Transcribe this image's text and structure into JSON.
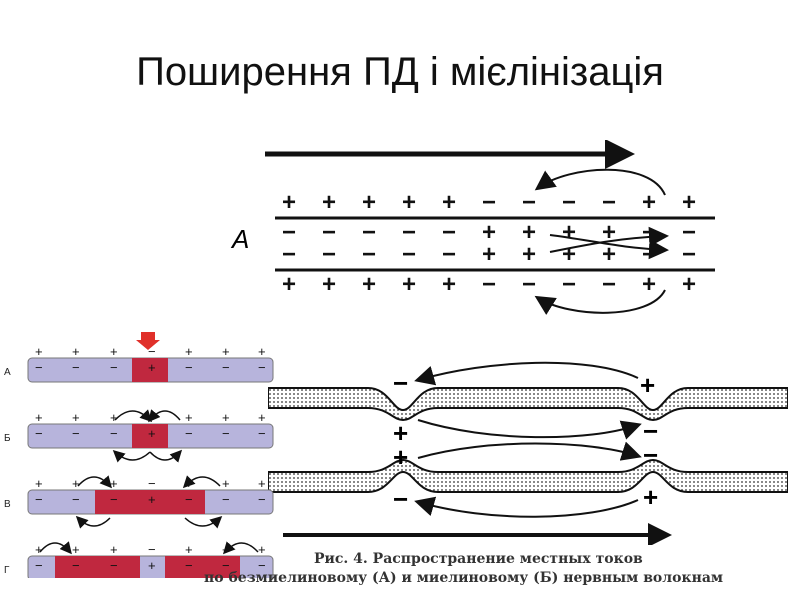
{
  "slide": {
    "title": "Поширення ПД і мієлінізація"
  },
  "diagram_top": {
    "panel_label": "А",
    "row1_signs": [
      "+",
      "+",
      "+",
      "+",
      "+",
      "−",
      "−",
      "−",
      "−",
      "+",
      "+"
    ],
    "row2_signs": [
      "−",
      "−",
      "−",
      "−",
      "−",
      "+",
      "+",
      "+",
      "+",
      "−",
      "−"
    ],
    "row3_signs": [
      "−",
      "−",
      "−",
      "−",
      "−",
      "+",
      "+",
      "+",
      "+",
      "−",
      "−"
    ],
    "row4_signs": [
      "+",
      "+",
      "+",
      "+",
      "+",
      "−",
      "−",
      "−",
      "−",
      "+",
      "+"
    ]
  },
  "diagram_bottom": {
    "sign_left_top": "−",
    "sign_right_top": "+",
    "sign_left_mid1": "+",
    "sign_right_mid1": "−",
    "sign_left_mid2": "+",
    "sign_right_mid2": "−",
    "sign_left_bottom": "−",
    "sign_right_bottom": "+"
  },
  "diagram_left": {
    "row_labels": [
      "А",
      "Б",
      "В",
      "Г"
    ],
    "accent_color": "#c0283f",
    "fiber_color": "#b7b4dc"
  },
  "caption": {
    "line1": "Рис. 4. Распространение местных токов",
    "line2": "по безмиелиновому (А) и миелиновому (Б) нервным волокнам"
  }
}
